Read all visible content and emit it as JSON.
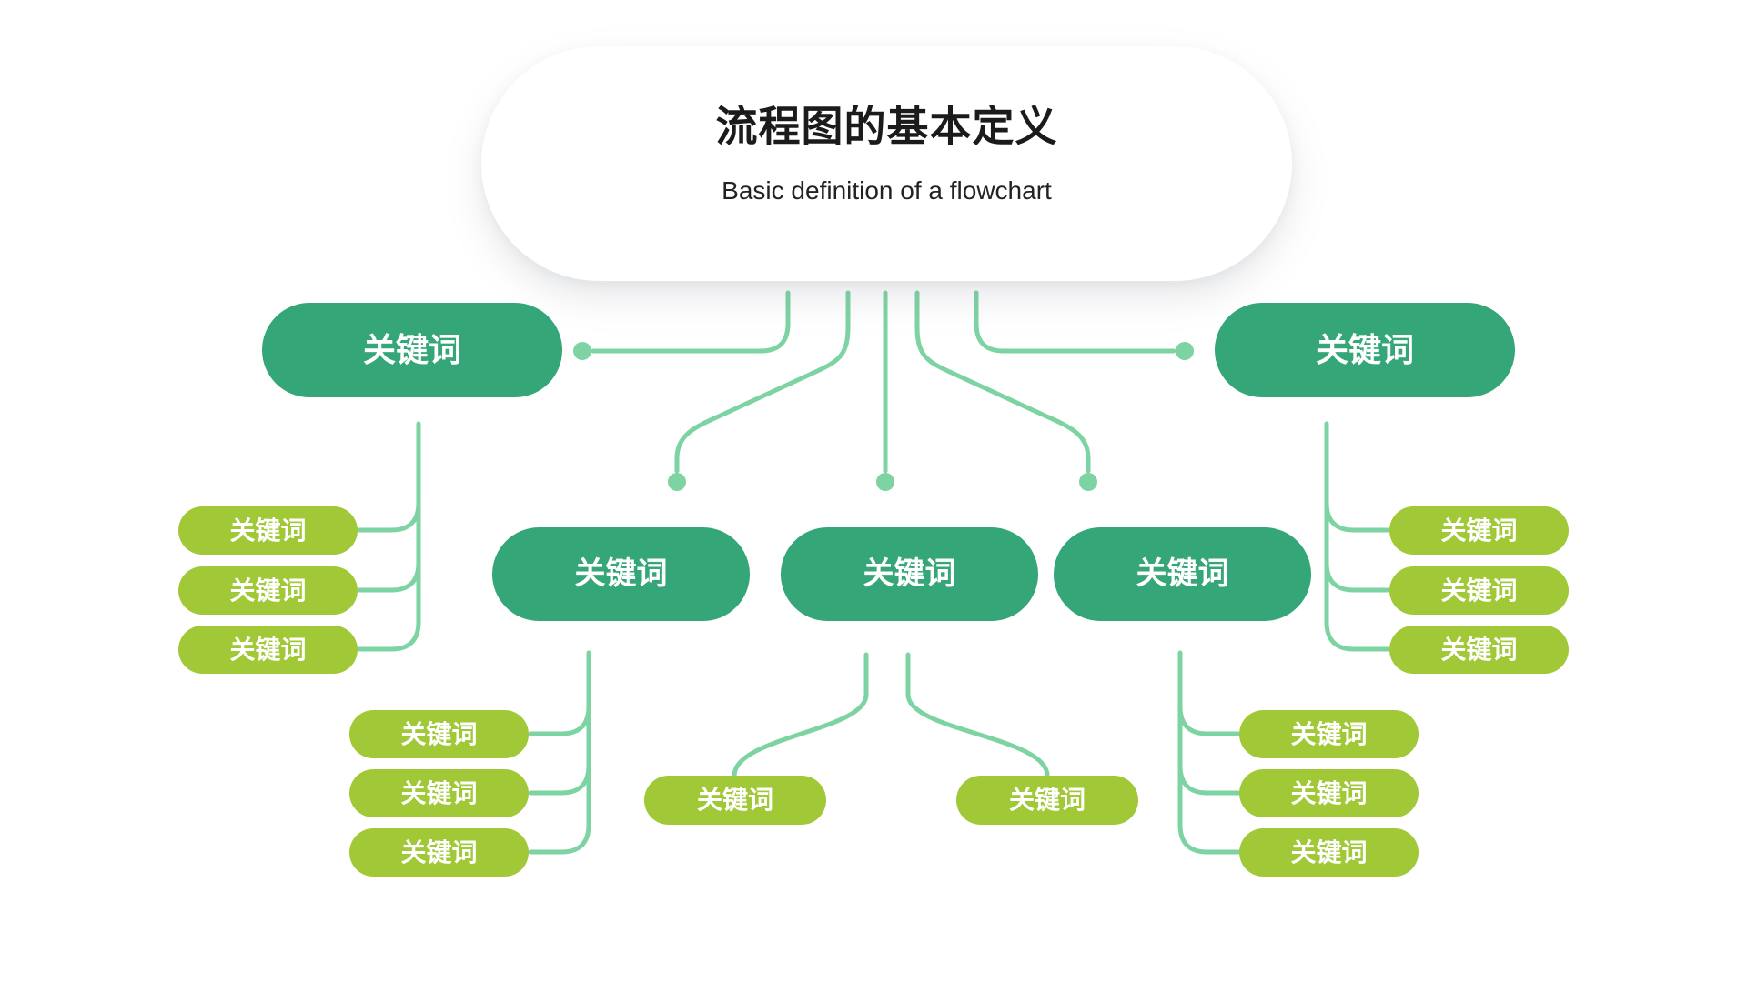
{
  "title_card": {
    "title_zh": "流程图的基本定义",
    "subtitle_en": "Basic definition of a flowchart"
  },
  "branches": [
    {
      "label": "关键词",
      "children": [
        {
          "label": "关键词"
        },
        {
          "label": "关键词"
        },
        {
          "label": "关键词"
        }
      ]
    },
    {
      "label": "关键词",
      "children": [
        {
          "label": "关键词"
        },
        {
          "label": "关键词"
        },
        {
          "label": "关键词"
        }
      ]
    },
    {
      "label": "关键词",
      "children": [
        {
          "label": "关键词"
        },
        {
          "label": "关键词"
        }
      ]
    },
    {
      "label": "关键词",
      "children": [
        {
          "label": "关键词"
        },
        {
          "label": "关键词"
        },
        {
          "label": "关键词"
        }
      ]
    },
    {
      "label": "关键词",
      "children": [
        {
          "label": "关键词"
        },
        {
          "label": "关键词"
        },
        {
          "label": "关键词"
        }
      ]
    }
  ],
  "colors": {
    "background": "#ffffff",
    "node_teal": "#35a678",
    "pill_green": "#a0c837",
    "connector_green": "#7ed3a3",
    "title_text": "#1b1b1b",
    "node_text": "#ffffff"
  }
}
